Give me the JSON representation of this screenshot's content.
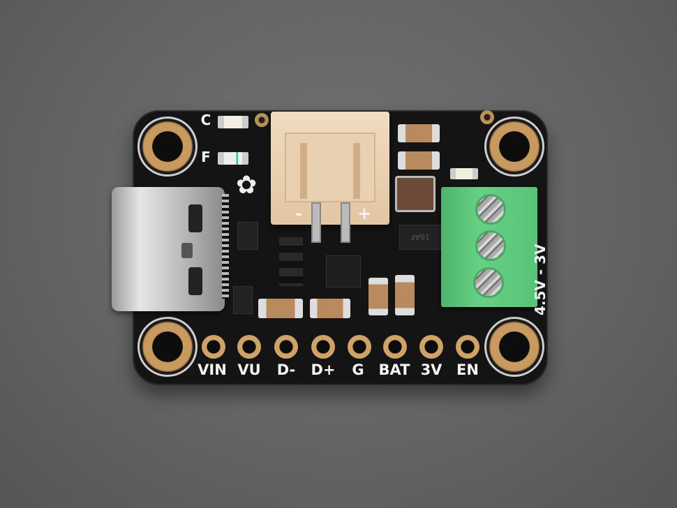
{
  "colors": {
    "board": "#141414",
    "gold": "#c99a5e",
    "terminal": "#5cc87a",
    "connector": "#ead0b0",
    "background": "#646464"
  },
  "silkscreen": {
    "pins": [
      "VIN",
      "VU",
      "D-",
      "D+",
      "G",
      "BAT",
      "3V",
      "EN"
    ],
    "led_labels": [
      "C",
      "F"
    ],
    "jst_polarity": {
      "minus": "-",
      "plus": "+"
    },
    "terminal_label": "4.5V - 3V",
    "chip_marking": "16AF"
  }
}
